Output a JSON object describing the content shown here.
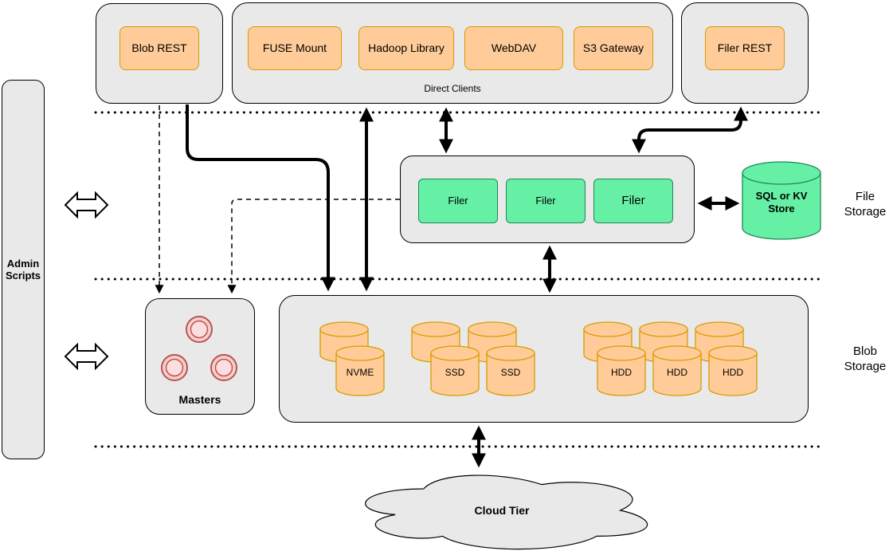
{
  "palette": {
    "panel_gray": "#e9e9e9",
    "box_orange": "#ffcc99",
    "orange_border": "#d79b00",
    "box_green": "#66f0a6",
    "circle_pink": "#f8cecc",
    "pink_border": "#b85450",
    "line_black": "#000000"
  },
  "admin": {
    "label": "Admin Scripts"
  },
  "top_row": {
    "blob_rest": {
      "label": "Blob REST"
    },
    "direct_clients": {
      "caption": "Direct Clients",
      "items": [
        "FUSE Mount",
        "Hadoop Library",
        "WebDAV",
        "S3 Gateway"
      ]
    },
    "filer_rest": {
      "label": "Filer REST"
    }
  },
  "file_storage": {
    "section_label": "File Storage",
    "filers": [
      "Filer",
      "Filer",
      "Filer"
    ],
    "kv_store": {
      "label": "SQL or KV Store"
    }
  },
  "blob_storage": {
    "section_label": "Blob Storage",
    "masters": {
      "label": "Masters"
    },
    "disks": {
      "nvme": [
        "NVME"
      ],
      "ssd": [
        "SSD",
        "SSD"
      ],
      "hdd": [
        "HDD",
        "HDD",
        "HDD"
      ]
    }
  },
  "cloud": {
    "label": "Cloud Tier"
  }
}
